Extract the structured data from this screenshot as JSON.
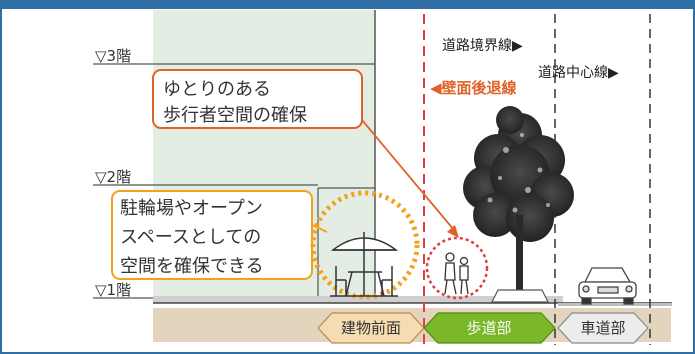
{
  "floors": [
    "▽3階",
    "▽2階",
    "▽1階"
  ],
  "callout_top": {
    "line1": "ゆとりのある",
    "line2": "歩行者空間の確保"
  },
  "callout_left": {
    "line1": "駐輪場やオープン",
    "line2": "スペースとしての",
    "line3": "空間を確保できる"
  },
  "labels": {
    "road_boundary": "道路境界線▶",
    "road_center": "道路中心線▶",
    "setback": "◀壁面後退線"
  },
  "zones": {
    "building_front": "建物前面",
    "sidewalk": "歩道部",
    "roadway": "車道部"
  },
  "colors": {
    "frame_border": "#2f6fa5",
    "accent_orange": "#e0622a",
    "dashed_red": "#e04040",
    "dotted_circle": "#f4a21b",
    "building": "#e4ede3",
    "ground": "#e2d4bd",
    "zone_building_front": "#f6dcb2",
    "zone_sidewalk": "#7ab829",
    "zone_roadway": "#ececec"
  }
}
